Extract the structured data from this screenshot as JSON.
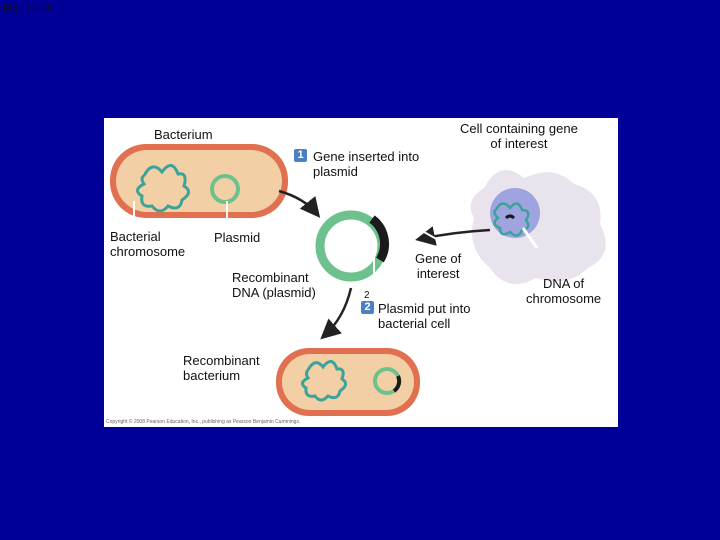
{
  "slide_label": "Fig. 20-2a",
  "labels": {
    "bacterium": "Bacterium",
    "bacterial_chromosome": "Bacterial\nchromosome",
    "plasmid": "Plasmid",
    "recombinant_dna": "Recombinant\nDNA (plasmid)",
    "recombinant_bacterium": "Recombinant\nbacterium",
    "cell_with_gene": "Cell containing gene\nof interest",
    "gene_of_interest": "Gene of\ninterest",
    "dna_of_chromosome": "DNA of\nchromosome",
    "stray_number": "2"
  },
  "steps": [
    {
      "number": "1",
      "text": "Gene inserted into\nplasmid"
    },
    {
      "number": "2",
      "text": "Plasmid put into\nbacterial cell"
    }
  ],
  "copyright": "Copyright © 2008 Pearson Education, Inc., publishing as Pearson Benjamin Cummings.",
  "colors": {
    "background": "#000099",
    "cell_fill": "#f3cfa6",
    "cell_wall": "#e07050",
    "plasmid": "#6cc18c",
    "chromosome": "#3aa39a",
    "gene_insert": "#1b1b1b",
    "donor_cell": "#e9e3ee",
    "nucleus": "#9fa3e0",
    "step_badge": "#4d7fc4"
  }
}
